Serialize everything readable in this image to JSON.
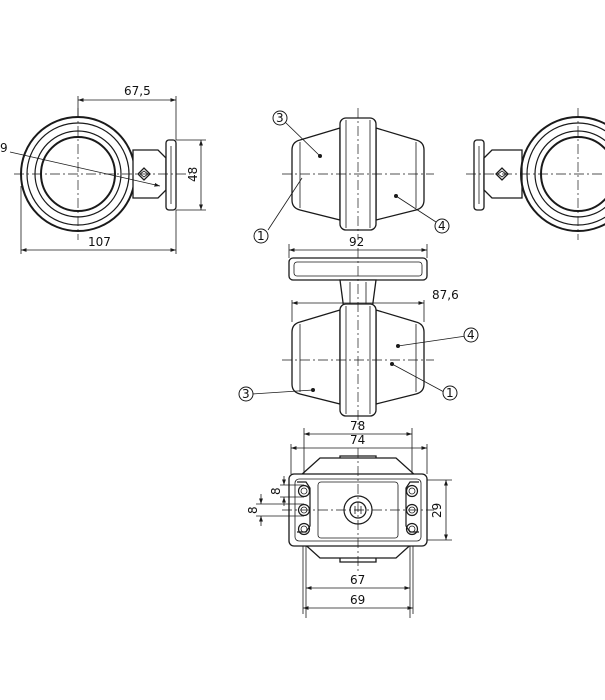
{
  "dimensions": {
    "left_view_width": "67,5",
    "left_view_total": "107",
    "left_view_height": "48",
    "left_view_partial": "9",
    "top_view_base_width": "92",
    "top_view_depth": "87,6",
    "bottom_outer": "78",
    "bottom_inner": "74",
    "bottom_span_67": "67",
    "bottom_span_69": "69",
    "bottom_height": "29",
    "bottom_hole_a": "8",
    "bottom_hole_b": "8"
  },
  "callouts": {
    "c1": "1",
    "c3": "3",
    "c4": "4"
  }
}
